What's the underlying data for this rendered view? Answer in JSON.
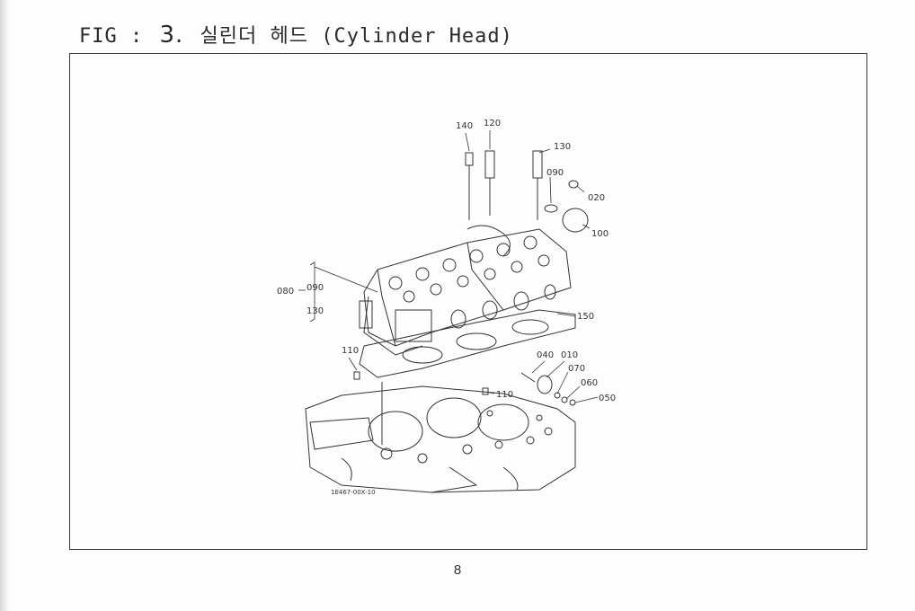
{
  "figure": {
    "prefix": "FIG :",
    "number": "3.",
    "title": "실린더 헤드 (Cylinder Head)"
  },
  "diagram": {
    "part_labels": {
      "p140": "140",
      "p120": "120",
      "p130_top": "130",
      "p090_top": "090",
      "p020": "020",
      "p100": "100",
      "p080": "080",
      "p090_left": "090",
      "p130_left": "130",
      "p150": "150",
      "p110_left": "110",
      "p110_mid": "110",
      "p040": "040",
      "p010": "010",
      "p070": "070",
      "p060": "060",
      "p050": "050"
    },
    "drawing_code": "1E467-00X-10"
  },
  "page_number": "8"
}
